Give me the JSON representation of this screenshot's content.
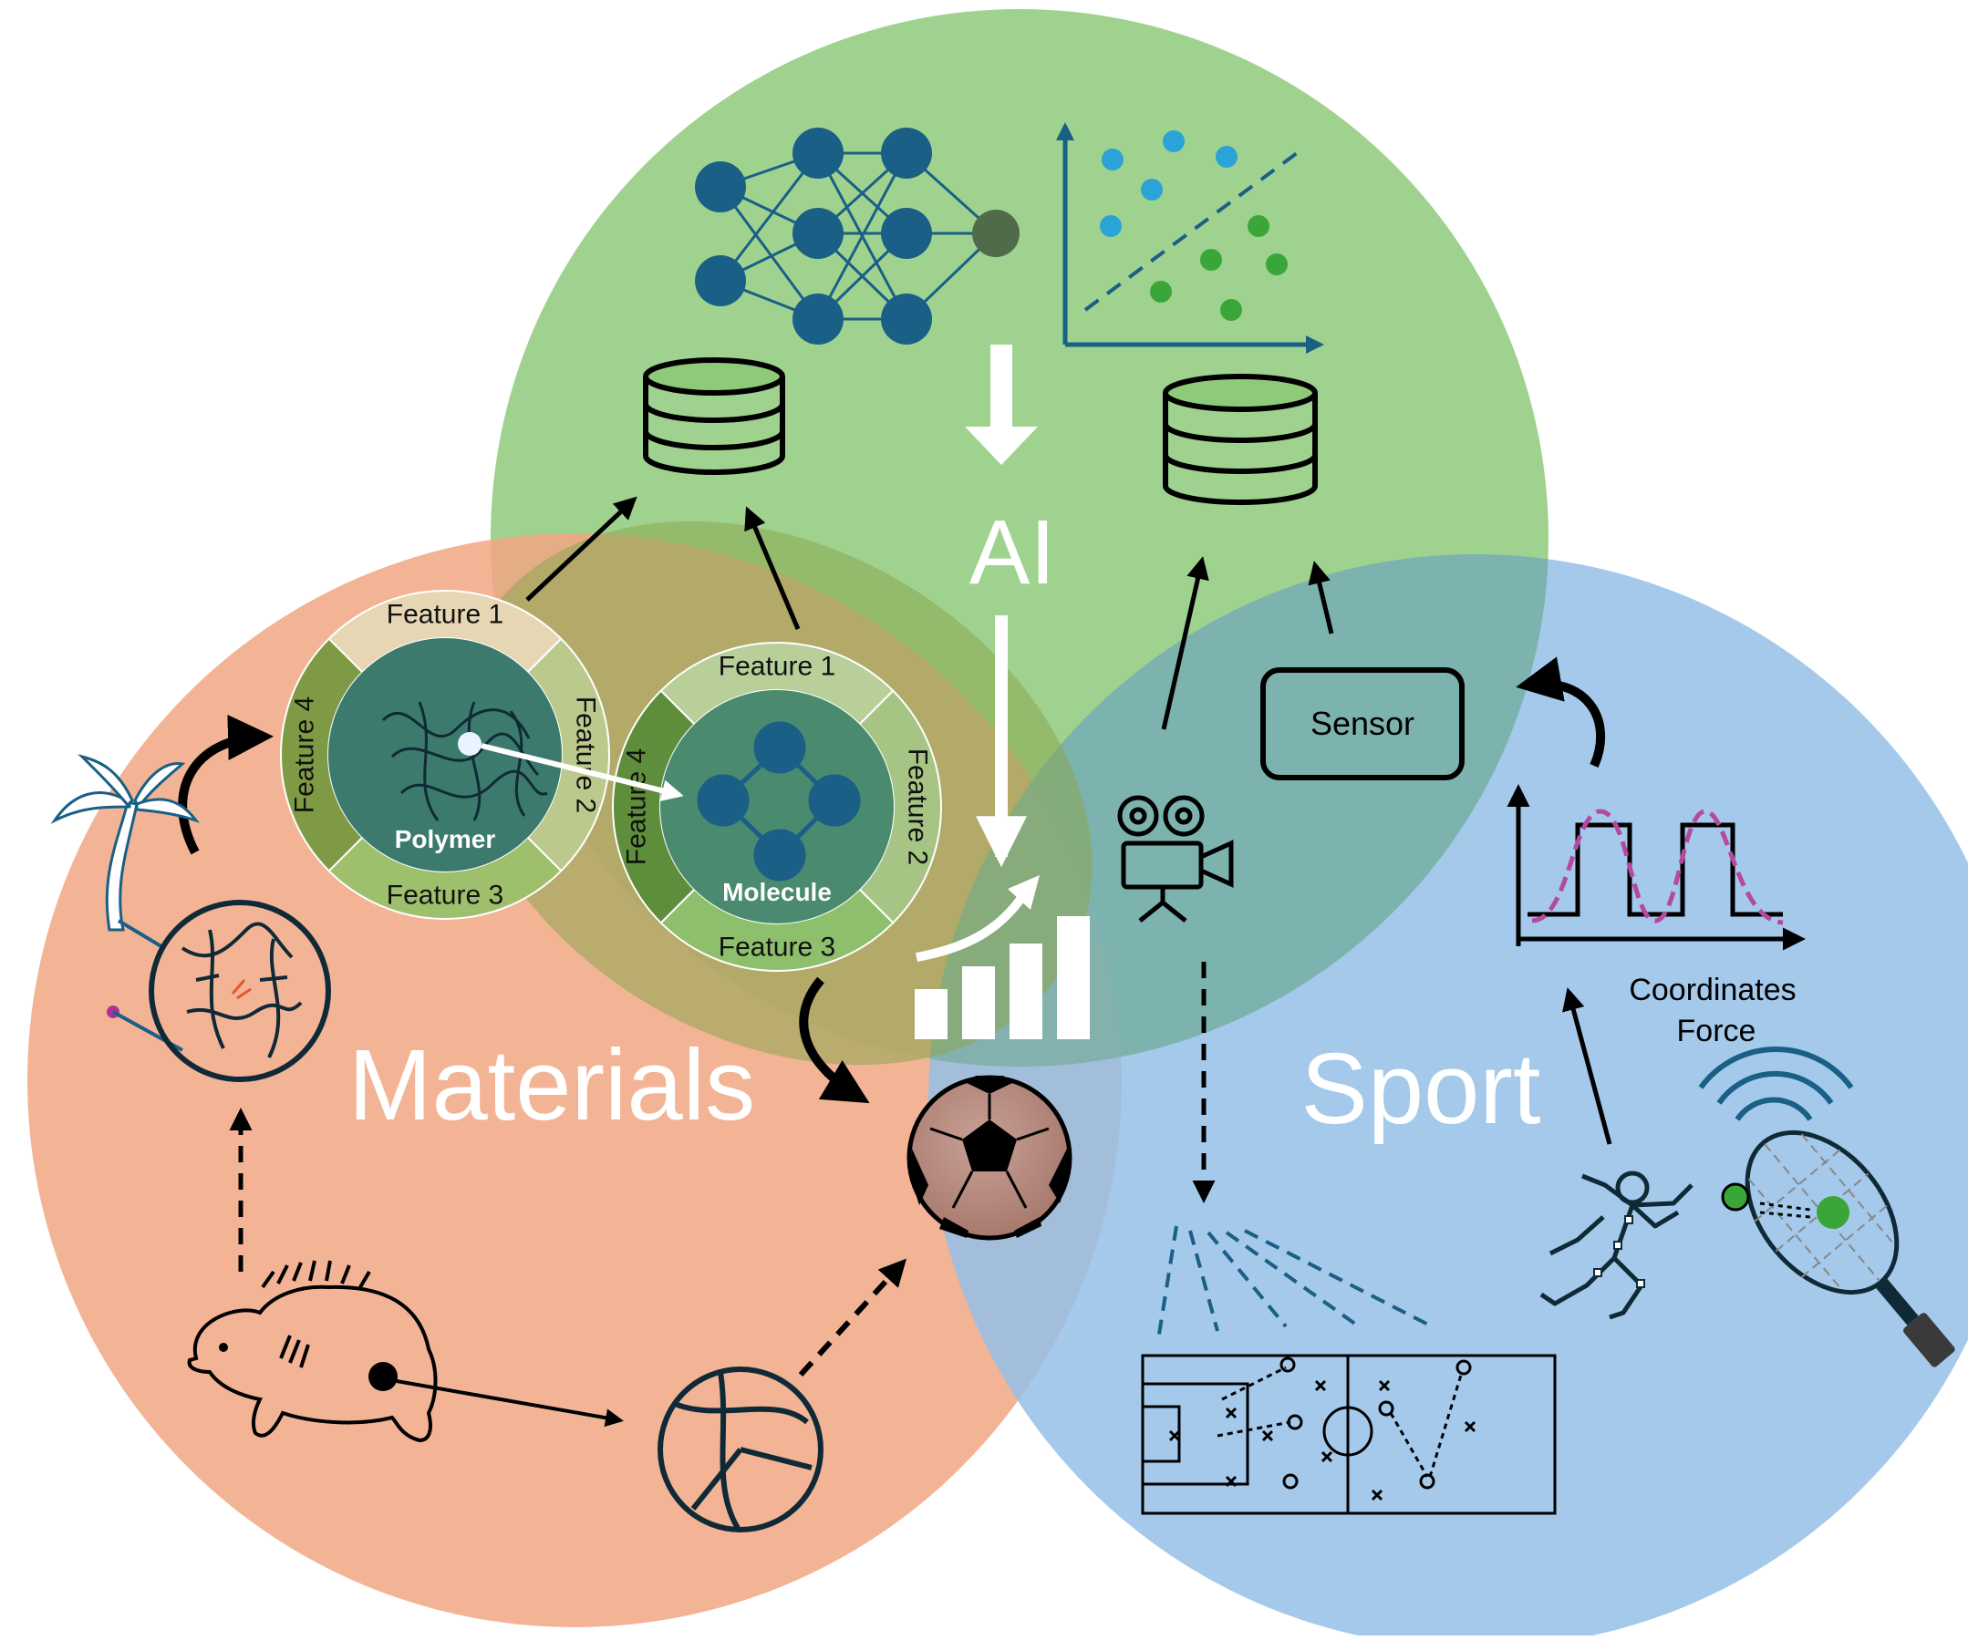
{
  "labels": {
    "ai": "AI",
    "materials": "Materials",
    "sport": "Sport",
    "sensor": "Sensor",
    "coordinates": "Coordinates",
    "force": "Force",
    "polymer": "Polymer",
    "molecule": "Molecule"
  },
  "polymer_ring": [
    "Feature 1",
    "Feature 2",
    "Feature 3",
    "Feature 4"
  ],
  "molecule_ring": [
    "Feature 1",
    "Feature 2",
    "Feature 3",
    "Feature 4"
  ],
  "colors": {
    "ai_circle": "#8fca7b",
    "materials_circle": "#f1a784",
    "sport_circle": "#94bfe7",
    "network_node": "#1a5f85",
    "output_node": "#4f6b4a",
    "scatter_blue": "#2aa3d6",
    "scatter_green": "#3aa63a",
    "dashed_curve": "#b5489f"
  },
  "icons": {
    "neural_network": "neural-network-icon",
    "scatter_plot": "scatter-plot-icon",
    "database": "database-icon",
    "camera": "video-camera-icon",
    "football": "soccer-ball-icon",
    "volleyball": "volleyball-icon",
    "boar": "boar-icon",
    "palm_tree": "palm-tree-icon",
    "runner": "runner-icon",
    "tennis_racket": "tennis-racket-icon",
    "growth_chart": "growth-chart-icon",
    "soccer_field": "soccer-field-icon"
  }
}
